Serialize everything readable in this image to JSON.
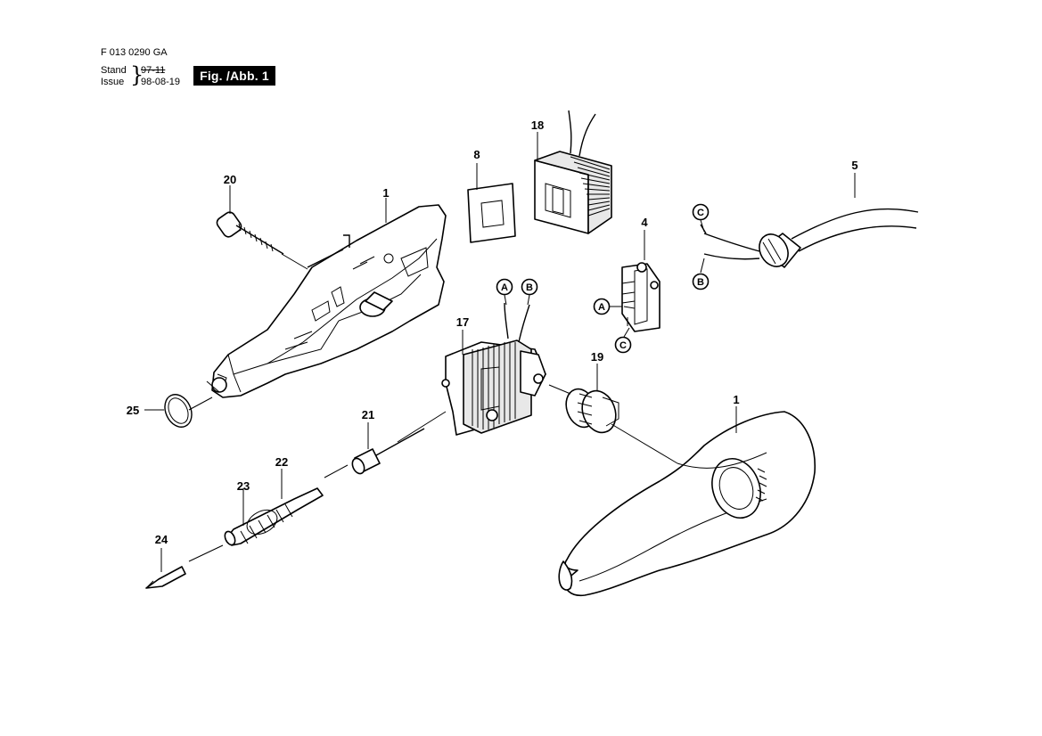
{
  "header": {
    "doc_number": "F 013 0290 GA",
    "stand_label": "Stand",
    "issue_label": "Issue",
    "stand_value": "97-11",
    "issue_value": "98-08-19",
    "figure_label": "Fig. /Abb. 1"
  },
  "callouts": {
    "p1_housing_half": "1",
    "p1_housing_cover": "1",
    "p4": "4",
    "p5": "5",
    "p8": "8",
    "p17": "17",
    "p18": "18",
    "p19": "19",
    "p20": "20",
    "p21": "21",
    "p22": "22",
    "p23": "23",
    "p24": "24",
    "p25": "25"
  },
  "connectors": {
    "a_coil": "A",
    "b_coil": "B",
    "a_switch": "A",
    "c_switch": "C",
    "c_cord": "C",
    "b_cord": "B"
  }
}
